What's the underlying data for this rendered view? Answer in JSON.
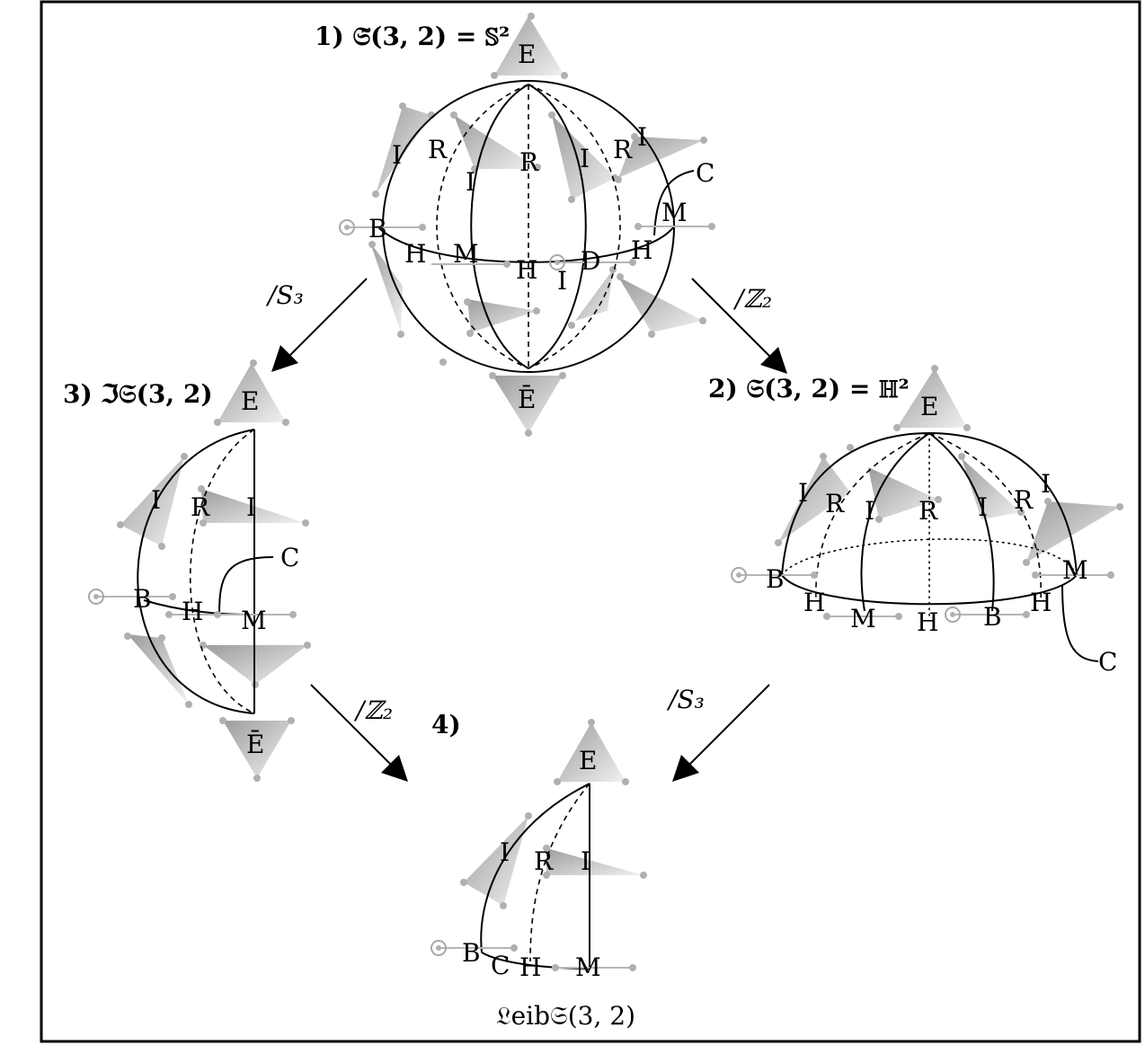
{
  "figure": {
    "captions": {
      "panel1": "1) 𝔖̃(3, 2) = 𝕊²",
      "panel2": "2) 𝔖(3, 2) =  ℍ²",
      "panel3": "3) ℑ𝔖(3, 2)",
      "panel4": "4)",
      "panel4_bottom": "𝔏eib𝔖(3, 2)"
    },
    "arrows": {
      "p1_to_p3": "/S₃",
      "p1_to_p2": "/ℤ₂",
      "p3_to_p4": "/ℤ₂",
      "p2_to_p4": "/S₃"
    },
    "labels": {
      "E": "E",
      "E_bar": "Ē",
      "I": "I",
      "R": "R",
      "B": "B",
      "H": "H",
      "M": "M",
      "D": "D",
      "C": "C"
    }
  }
}
